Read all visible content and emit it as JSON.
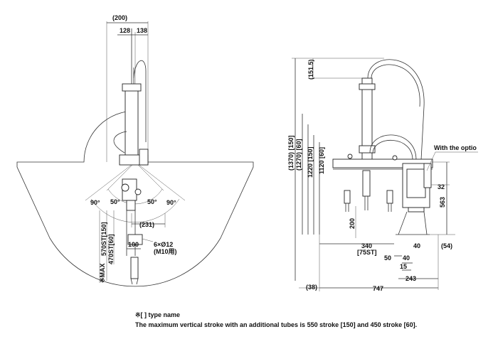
{
  "left_view": {
    "dims": {
      "d200": "(200)",
      "d128": "128",
      "d138": "138",
      "a90_left": "90°",
      "a50_left": "50°",
      "a50_right": "50°",
      "a90_right": "90°",
      "d231": "(231)",
      "d100": "100",
      "hole": "6×Ø12",
      "hole_note": "(M10用)",
      "stroke1": "570ST[150]",
      "stroke2": "470ST[60]",
      "max": "※MAX"
    }
  },
  "right_view": {
    "dims": {
      "d151_5": "(151.5)",
      "d1370": "(1370) [150]",
      "d1270": "(1270) [60]",
      "d1220": "1220 [150]",
      "d1120": "1120 [60]",
      "d200": "200",
      "d340": "340",
      "d75st": "[75ST]",
      "d50": "50",
      "d40a": "40",
      "d40b": "40",
      "d54": "(54)",
      "d15": "15",
      "d243": "243",
      "d38": "(38)",
      "d747": "747",
      "d32": "32",
      "d563": "563",
      "option": "With the optio"
    }
  },
  "notes": {
    "line1": "※[      ] type name",
    "line2": "The maximum vertical stroke with an additional tubes is 550 stroke [150] and 450 stroke [60]."
  }
}
